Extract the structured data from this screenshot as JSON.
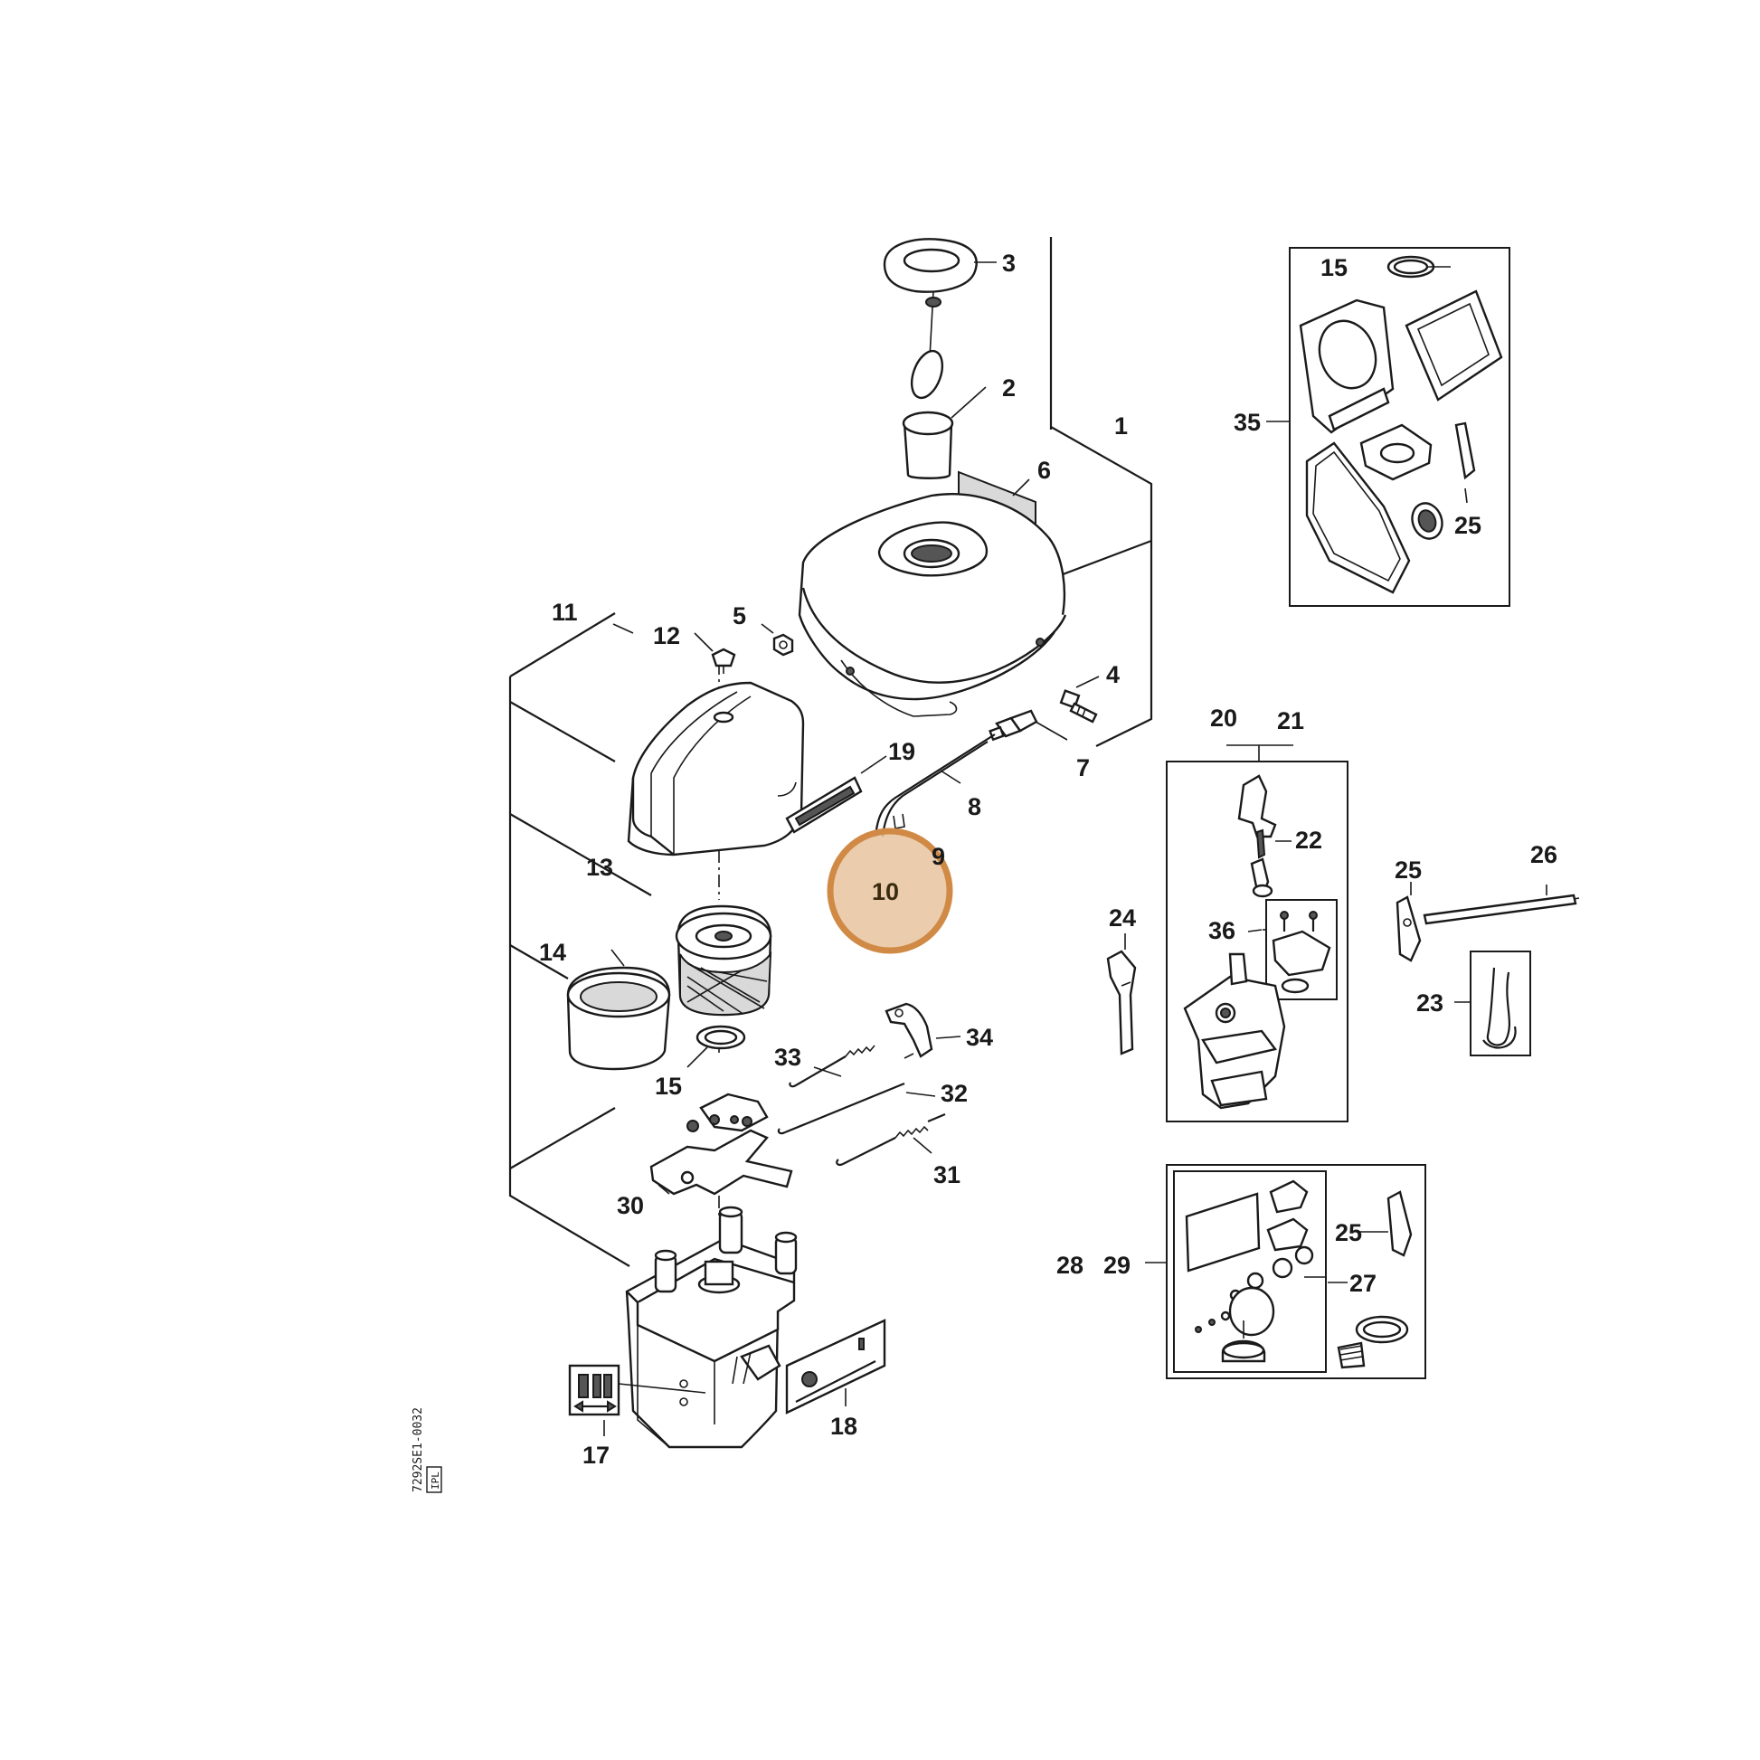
{
  "highlight": {
    "color": "#d08a45",
    "fill": "#e8c4a0",
    "opacity": 0.85
  },
  "labels": {
    "l1": "1",
    "l2": "2",
    "l3": "3",
    "l4": "4",
    "l5": "5",
    "l6": "6",
    "l7": "7",
    "l8": "8",
    "l9": "9",
    "l10": "10",
    "l11": "11",
    "l12": "12",
    "l13": "13",
    "l14": "14",
    "l15a": "15",
    "l15b": "15",
    "l17": "17",
    "l18": "18",
    "l19": "19",
    "l20": "20",
    "l21": "21",
    "l22": "22",
    "l23": "23",
    "l24": "24",
    "l25a": "25",
    "l25b": "25",
    "l25c": "25",
    "l26": "26",
    "l27": "27",
    "l28": "28",
    "l29": "29",
    "l30": "30",
    "l31": "31",
    "l32": "32",
    "l33": "33",
    "l34": "34",
    "l35": "35",
    "l36": "36"
  },
  "drawing_code": "7292SE1-0032",
  "drawing_code_tag": "IPL"
}
